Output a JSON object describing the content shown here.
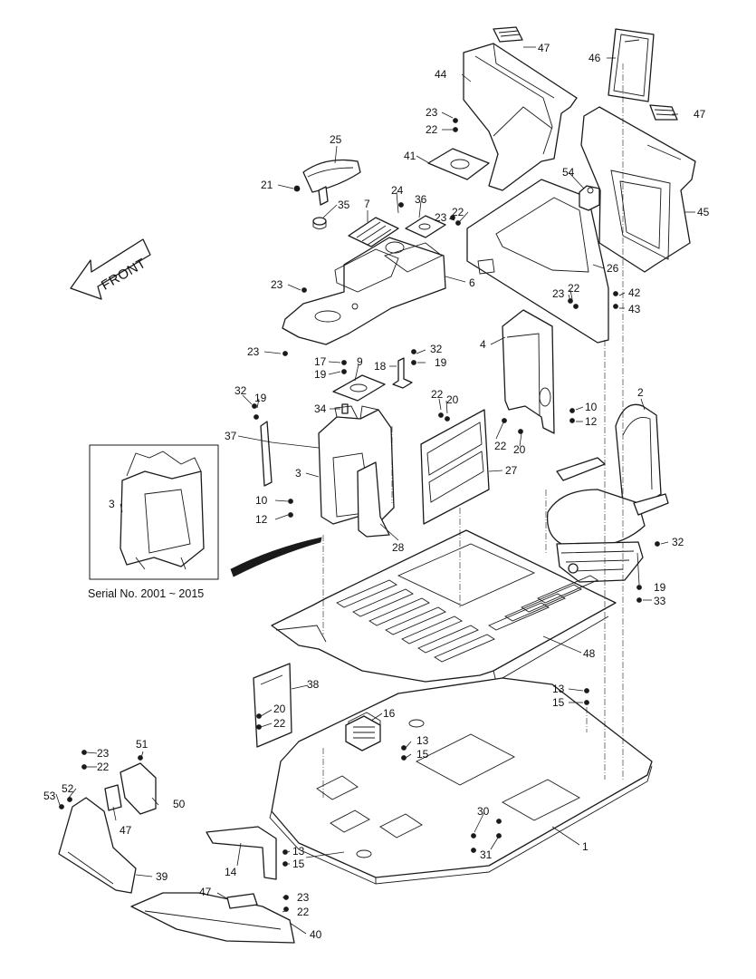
{
  "direction_label": "FRONT",
  "serial_note": "Serial No. 2001 ~ 2015",
  "callouts": {
    "c47a": "47",
    "c46": "46",
    "c44": "44",
    "c47b": "47",
    "c23a": "23",
    "c22a": "22",
    "c25": "25",
    "c41": "41",
    "c54": "54",
    "c45": "45",
    "c21": "21",
    "c35": "35",
    "c7": "7",
    "c24": "24",
    "c36": "36",
    "c23b": "23",
    "c22b": "22",
    "c26": "26",
    "c23c": "23",
    "c6": "6",
    "c22c": "22",
    "c23d": "23",
    "c42": "42",
    "c43": "43",
    "c23e": "23",
    "c4": "4",
    "c32a": "32",
    "c17": "17",
    "c9": "9",
    "c18": "18",
    "c19a": "19",
    "c19b": "19",
    "c32b": "32",
    "c19c": "19",
    "c22d": "22",
    "c20a": "20",
    "c34": "34",
    "c10a": "10",
    "c12a": "12",
    "c2": "2",
    "c37": "37",
    "c22e": "22",
    "c20b": "20",
    "c27": "27",
    "c3a": "3",
    "c3b": "3",
    "c10b": "10",
    "c12b": "12",
    "c28": "28",
    "c32c": "32",
    "c19d": "19",
    "c33": "33",
    "c48": "48",
    "c38": "38",
    "c13a": "13",
    "c15a": "15",
    "c16": "16",
    "c20c": "20",
    "c22f": "22",
    "c13b": "13",
    "c15b": "15",
    "c51": "51",
    "c23f": "23",
    "c22g": "22",
    "c52": "52",
    "c53": "53",
    "c50": "50",
    "c47c": "47",
    "c30": "30",
    "c31": "31",
    "c1": "1",
    "c13c": "13",
    "c15c": "15",
    "c14": "14",
    "c39": "39",
    "c47d": "47",
    "c23g": "23",
    "c22h": "22",
    "c40": "40"
  }
}
